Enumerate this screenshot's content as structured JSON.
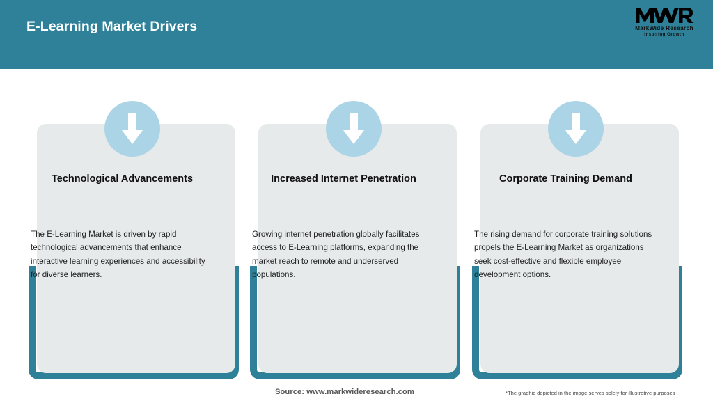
{
  "header": {
    "title": "E-Learning Market Drivers",
    "background_color": "#2e8198",
    "title_color": "#ffffff"
  },
  "logo": {
    "mark": "MWR",
    "name": "MarkWide Research",
    "tagline": "Inspiring Growth"
  },
  "theme": {
    "accent_teal": "#2e8198",
    "icon_circle_blue": "#abd4e6",
    "card_grey": "#e6eaeb",
    "arrow_white": "#ffffff"
  },
  "drivers": [
    {
      "icon": "arrow-down-icon",
      "title": "Technological Advancements",
      "body": "The E-Learning Market is driven by rapid technological advancements that enhance interactive learning experiences and accessibility for diverse learners."
    },
    {
      "icon": "arrow-down-icon",
      "title": "Increased Internet Penetration",
      "body": "Growing internet penetration globally facilitates access to E-Learning platforms, expanding the market reach to remote and underserved populations."
    },
    {
      "icon": "arrow-down-icon",
      "title": "Corporate Training Demand",
      "body": "The rising demand for corporate training solutions propels the E-Learning Market as organizations seek cost-effective and flexible employee development options."
    }
  ],
  "footer": {
    "source": "Source: www.markwideresearch.com",
    "disclaimer": "*The graphic depicted in the image serves solely for illustrative purposes"
  }
}
